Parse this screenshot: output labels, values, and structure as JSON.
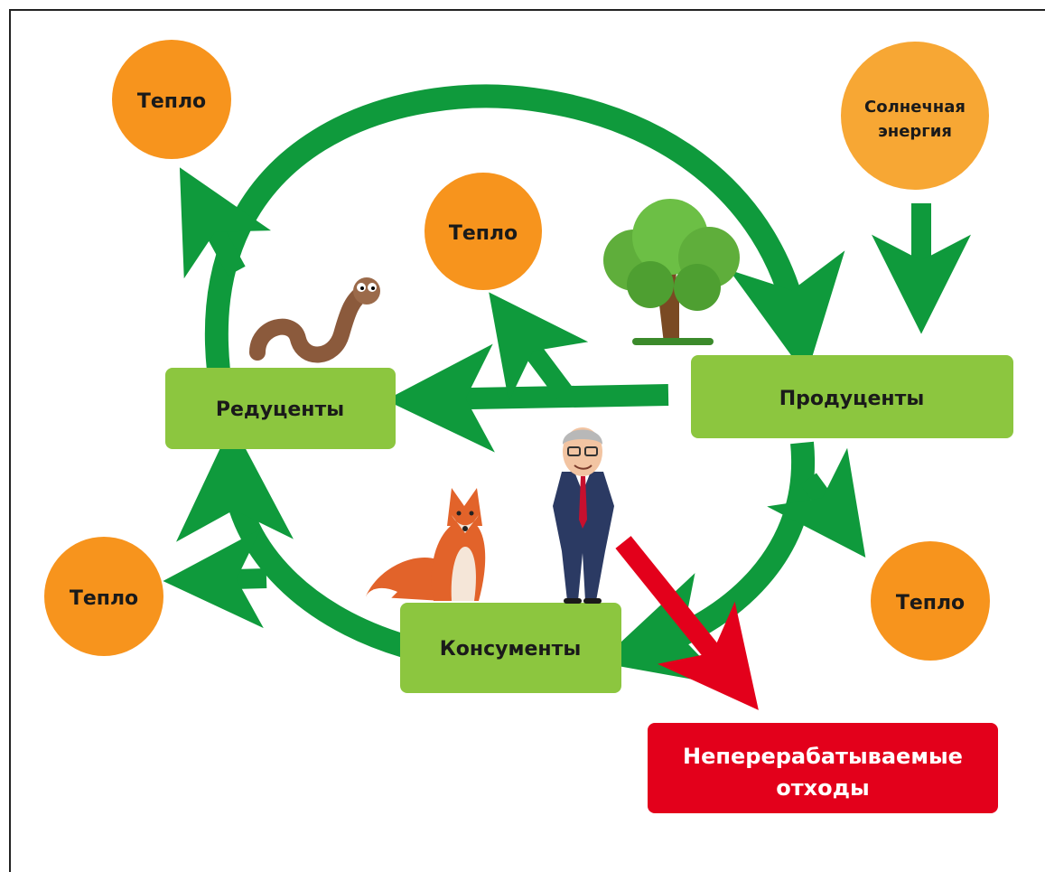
{
  "colors": {
    "green_arrow": "#0f9a3c",
    "green_box": "#8cc63f",
    "heat_circle": "#f7941d",
    "solar_circle": "#f7a734",
    "waste_box": "#e3001b",
    "waste_arrow": "#e3001b"
  },
  "nodes": {
    "heat_top_left": "Тепло",
    "heat_center": "Тепло",
    "heat_bottom_left": "Тепло",
    "heat_bottom_right": "Тепло",
    "solar_line1": "Солнечная",
    "solar_line2": "энергия",
    "reducers": "Редуценты",
    "producers": "Продуценты",
    "consumers": "Консументы",
    "waste_line1": "Неперерабатываемые",
    "waste_line2": "отходы"
  },
  "illustrations": [
    "tree-illustration",
    "worm-illustration",
    "fox-illustration",
    "businessman-illustration"
  ]
}
